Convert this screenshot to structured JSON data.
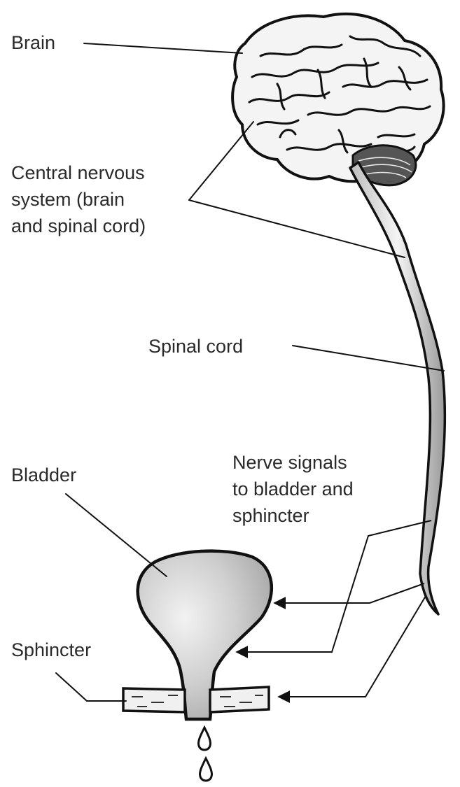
{
  "labels": {
    "brain": "Brain",
    "cns": [
      "Central nervous",
      "system (brain",
      "and spinal cord)"
    ],
    "spinal_cord": "Spinal cord",
    "nerve_signals": [
      "Nerve signals",
      "to bladder and",
      "sphincter"
    ],
    "bladder": "Bladder",
    "sphincter": "Sphincter"
  }
}
